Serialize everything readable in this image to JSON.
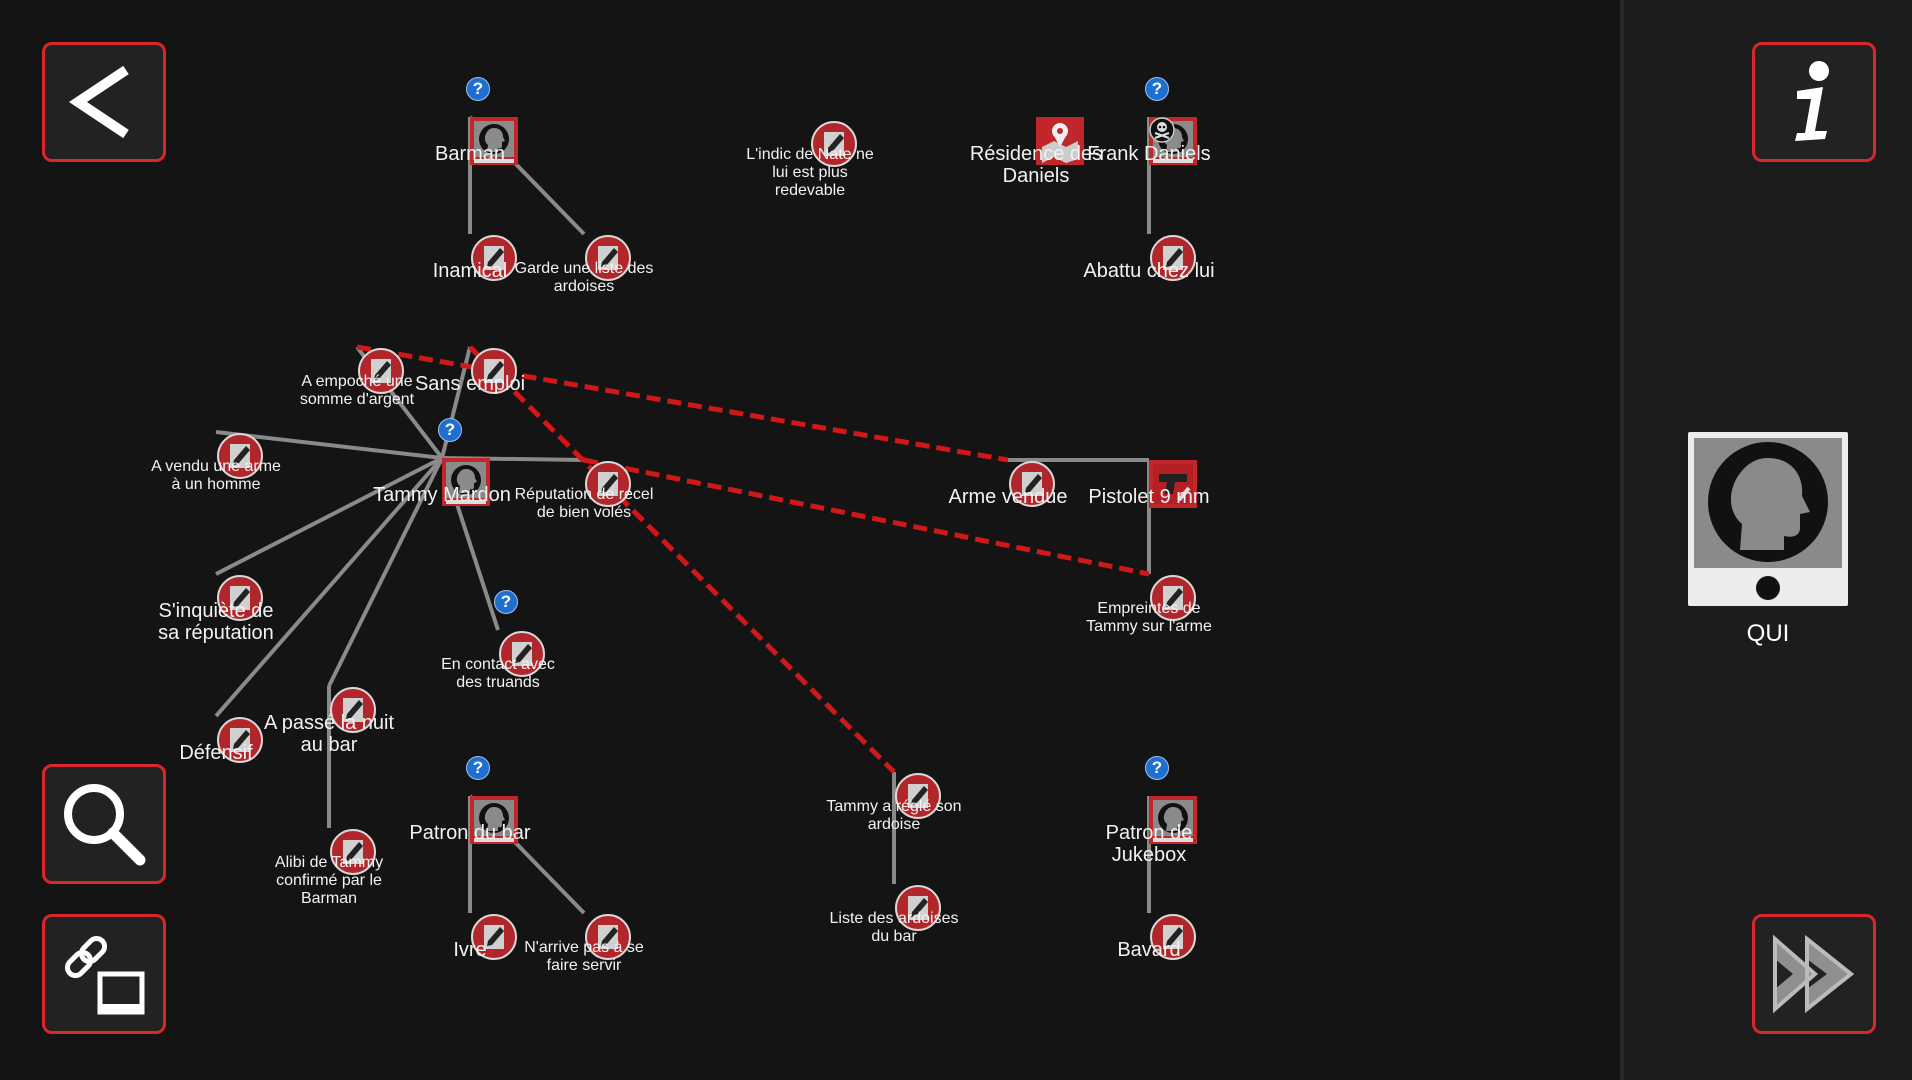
{
  "nodes": [
    {
      "id": "barman",
      "label": "Barman",
      "kind": "person",
      "q": true
    },
    {
      "id": "inamical",
      "label": "Inamical",
      "kind": "note"
    },
    {
      "id": "ardoises",
      "label": "Garde une liste des ardoises",
      "kind": "note"
    },
    {
      "id": "indic",
      "label": "L'indic de Nate ne lui est plus redevable",
      "kind": "note"
    },
    {
      "id": "residence",
      "label": "Résidence des Daniels",
      "kind": "place"
    },
    {
      "id": "frank",
      "label": "Frank Daniels",
      "kind": "person",
      "q": true,
      "dead": true
    },
    {
      "id": "abattu",
      "label": "Abattu chez lui",
      "kind": "note"
    },
    {
      "id": "empoche",
      "label": "A empoché une somme d'argent",
      "kind": "note"
    },
    {
      "id": "sansemploi",
      "label": "Sans emploi",
      "kind": "note"
    },
    {
      "id": "vendu",
      "label": "A vendu une arme à un homme",
      "kind": "note"
    },
    {
      "id": "tammy",
      "label": "Tammy Mardon",
      "kind": "person",
      "q": true
    },
    {
      "id": "reputation",
      "label": "Réputation de recel de bien volés",
      "kind": "note"
    },
    {
      "id": "armevendue",
      "label": "Arme vendue",
      "kind": "note"
    },
    {
      "id": "pistolet",
      "label": "Pistolet 9 mm",
      "kind": "weapon"
    },
    {
      "id": "inquiete",
      "label": "S'inquiète de sa réputation",
      "kind": "note"
    },
    {
      "id": "empreintes",
      "label": "Empreintes de Tammy sur l'arme",
      "kind": "note"
    },
    {
      "id": "contact",
      "label": "En contact avec des truands",
      "kind": "note",
      "q": true
    },
    {
      "id": "defensif",
      "label": "Défensif",
      "kind": "note"
    },
    {
      "id": "passenuit",
      "label": "A passé la nuit au bar",
      "kind": "note"
    },
    {
      "id": "alibi",
      "label": "Alibi de Tammy confirmé par le Barman",
      "kind": "note"
    },
    {
      "id": "patronbar",
      "label": "Patron du bar",
      "kind": "person",
      "q": true
    },
    {
      "id": "ivre",
      "label": "Ivre",
      "kind": "note"
    },
    {
      "id": "narrivepas",
      "label": "N'arrive pas à se faire servir",
      "kind": "note"
    },
    {
      "id": "regle",
      "label": "Tammy a réglé son ardoise",
      "kind": "note"
    },
    {
      "id": "listeardoises",
      "label": "Liste des ardoises du bar",
      "kind": "note"
    },
    {
      "id": "patronjuke",
      "label": "Patron de Jukebox",
      "kind": "person",
      "q": true
    },
    {
      "id": "bavard",
      "label": "Bavard",
      "kind": "note"
    }
  ],
  "links": [
    [
      "barman",
      "inamical"
    ],
    [
      "barman",
      "ardoises"
    ],
    [
      "frank",
      "abattu"
    ],
    [
      "tammy",
      "empoche"
    ],
    [
      "tammy",
      "sansemploi"
    ],
    [
      "tammy",
      "vendu"
    ],
    [
      "tammy",
      "reputation"
    ],
    [
      "tammy",
      "inquiete"
    ],
    [
      "tammy",
      "contact"
    ],
    [
      "tammy",
      "defensif"
    ],
    [
      "tammy",
      "passenuit"
    ],
    [
      "passenuit",
      "alibi"
    ],
    [
      "armevendue",
      "pistolet"
    ],
    [
      "pistolet",
      "empreintes"
    ],
    [
      "patronbar",
      "ivre"
    ],
    [
      "patronbar",
      "narrivepas"
    ],
    [
      "regle",
      "listeardoises"
    ],
    [
      "patronjuke",
      "bavard"
    ]
  ],
  "contradictions": [
    [
      "empoche",
      "armevendue"
    ],
    [
      "sansemploi",
      "regle"
    ],
    [
      "reputation",
      "empreintes"
    ]
  ],
  "sidebar": {
    "qui_label": "QUI"
  },
  "buttons": {
    "back": "back-arrow-icon",
    "info": "info-icon",
    "search": "magnifier-icon",
    "link": "link-chain-icon",
    "forward": "fast-forward-icon"
  },
  "colors": {
    "accent": "#d8282c",
    "contradiction": "#d01818",
    "link": "#8a8a8a",
    "question": "#1f6fd0"
  }
}
